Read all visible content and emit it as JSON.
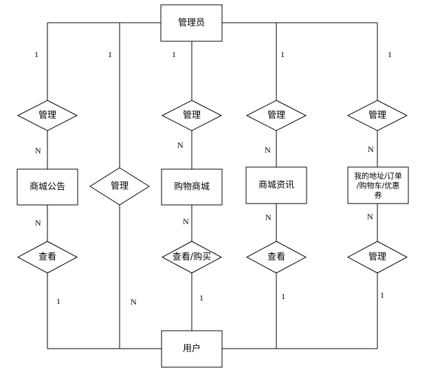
{
  "entities": {
    "admin": "管理员",
    "notice": "商城公告",
    "mall": "购物商城",
    "news": "商城资讯",
    "my_items": [
      "我的地址/订单",
      "/购物车/优惠",
      "券"
    ],
    "user": "用户"
  },
  "relationships": {
    "admin_notice": "管理",
    "admin_user": "管理",
    "admin_mall": "管理",
    "admin_news": "管理",
    "admin_my_items": "管理",
    "user_notice": "查看",
    "user_mall": "查看/购买",
    "user_news": "查看",
    "user_my_items": "管理"
  },
  "cardinalities": {
    "one": "1",
    "many": "N"
  }
}
